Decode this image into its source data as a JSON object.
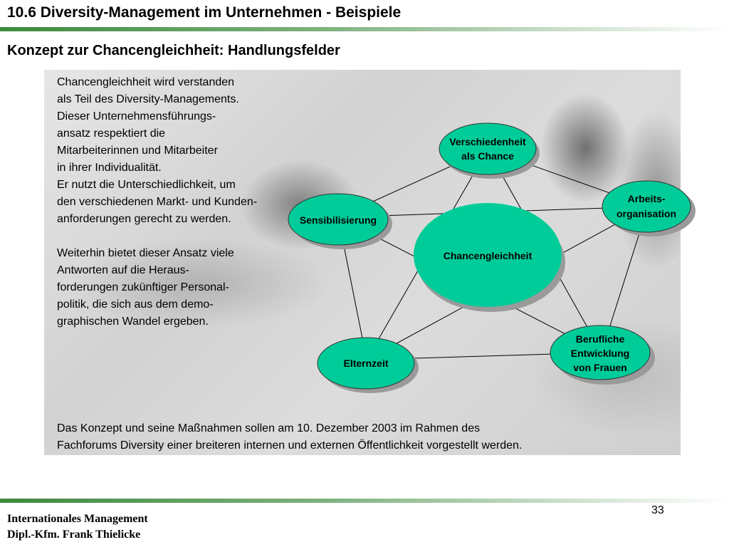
{
  "header": {
    "title": "10.6 Diversity-Management im Unternehmen - Beispiele",
    "subtitle": "Konzept zur Chancengleichheit: Handlungsfelder"
  },
  "intro": {
    "lines": [
      "Chancengleichheit wird verstanden",
      "als Teil des Diversity-Managements.",
      "Dieser Unternehmensführungs-",
      "ansatz respektiert die",
      "Mitarbeiterinnen und Mitarbeiter",
      "in ihrer Individualität.",
      "Er nutzt die Unterschiedlichkeit, um",
      "den verschiedenen Markt- und Kunden-",
      "anforderungen gerecht zu werden."
    ]
  },
  "further": {
    "lines": [
      "Weiterhin bietet dieser Ansatz viele",
      "Antworten auf die Heraus-",
      "forderungen zukünftiger Personal-",
      "politik, die sich aus dem demo-",
      "graphischen Wandel ergeben."
    ]
  },
  "diagram": {
    "center": "Chancengleichheit",
    "nodes": [
      {
        "id": "verschiedenheit",
        "lines": [
          "Verschiedenheit",
          "als Chance"
        ]
      },
      {
        "id": "arbeitsorganisation",
        "lines": [
          "Arbeits-",
          "organisation"
        ]
      },
      {
        "id": "berufliche",
        "lines": [
          "Berufliche",
          "Entwicklung",
          "von Frauen"
        ]
      },
      {
        "id": "elternzeit",
        "lines": [
          "Elternzeit"
        ]
      },
      {
        "id": "sensibilisierung",
        "lines": [
          "Sensibilisierung"
        ]
      }
    ],
    "colors": {
      "node_fill": "#00cc99",
      "shadow": "#9a9a9a",
      "line": "#000000"
    }
  },
  "bottom_note": {
    "lines": [
      "Das Konzept und seine Maßnahmen sollen am 10. Dezember 2003 im Rahmen des",
      "Fachforums Diversity einer breiteren internen und externen Öffentlichkeit vorgestellt werden."
    ]
  },
  "footer": {
    "line1": "Internationales Management",
    "line2": "Dipl.-Kfm. Frank Thielicke",
    "page_number": "33"
  }
}
